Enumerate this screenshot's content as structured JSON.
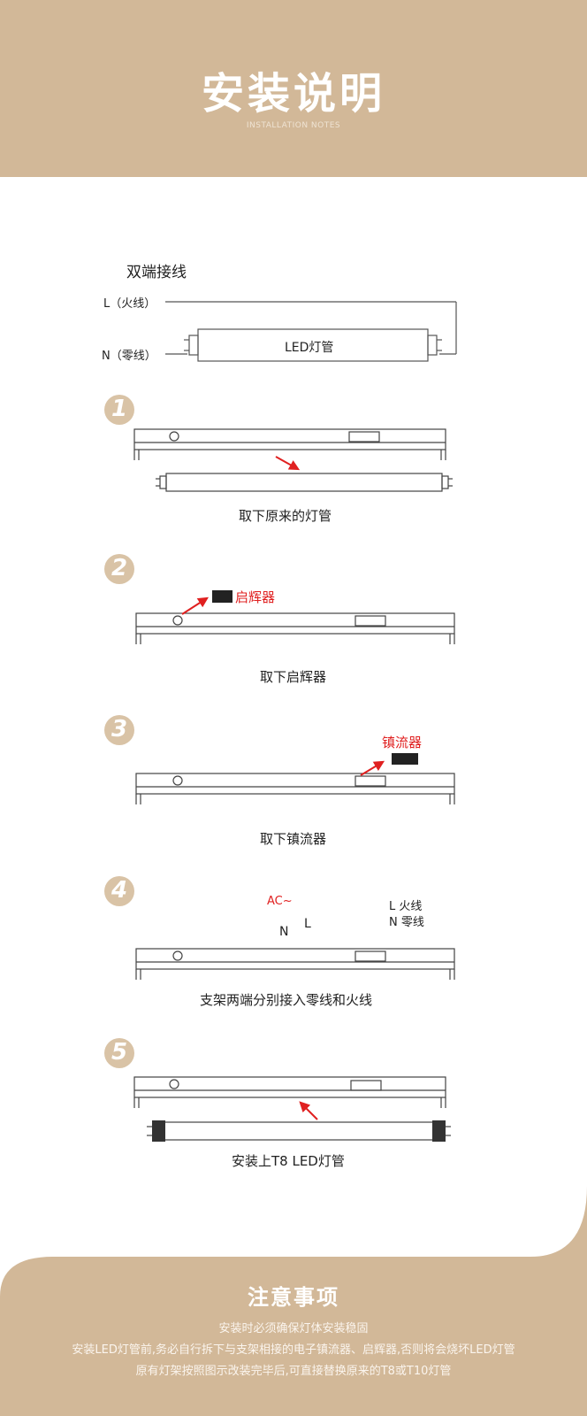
{
  "header": {
    "title": "安装说明",
    "subtitle": "INSTALLATION NOTES"
  },
  "wiring": {
    "title": "双端接线",
    "live_label": "L（火线）",
    "neutral_label": "N（零线）",
    "tube_label": "LED灯管"
  },
  "steps": [
    {
      "number": "1",
      "caption": "取下原来的灯管"
    },
    {
      "number": "2",
      "caption": "取下启辉器",
      "tag": "启辉器"
    },
    {
      "number": "3",
      "caption": "取下镇流器",
      "tag": "镇流器"
    },
    {
      "number": "4",
      "caption": "支架两端分别接入零线和火线",
      "ac": "AC~",
      "n": "N",
      "l": "L",
      "legend_l": "L 火线",
      "legend_n": "N 零线"
    },
    {
      "number": "5",
      "caption": "安装上T8 LED灯管"
    }
  ],
  "footer": {
    "title": "注意事项",
    "lines": [
      "安装时必须确保灯体安装稳固",
      "安装LED灯管前,务必自行拆下与支架相接的电子镇流器、启辉器,否则将会烧坏LED灯管",
      "原有灯架按照图示改装完毕后,可直接替换原来的T8或T10灯管"
    ]
  },
  "colors": {
    "accent": "#d2b898",
    "badge": "#d9c3a6",
    "arrow": "#e02020"
  }
}
